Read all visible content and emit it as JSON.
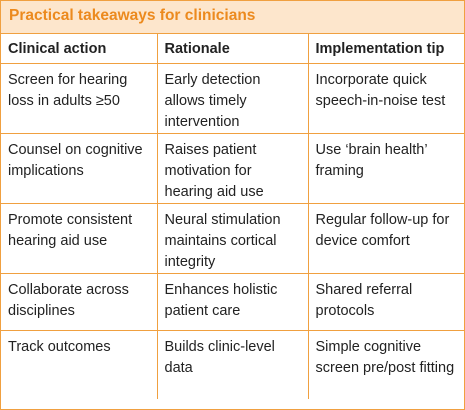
{
  "title": "Practical takeaways for clinicians",
  "headers": [
    "Clinical action",
    "Rationale",
    "Implementation tip"
  ],
  "rows": [
    [
      "Screen for hearing loss in adults ≥50",
      "Early detection allows timely intervention",
      "Incorporate quick speech-in-noise test"
    ],
    [
      "Counsel on cognitive implications",
      "Raises patient motivation for hearing aid use",
      "Use ‘brain health’ framing"
    ],
    [
      "Promote consistent hearing aid use",
      "Neural stimulation maintains cortical integrity",
      "Regular follow-up for device comfort"
    ],
    [
      "Collaborate across disciplines",
      "Enhances holistic patient care",
      "Shared referral protocols"
    ],
    [
      "Track outcomes",
      "Builds clinic-level data",
      "Simple cognitive screen pre/post fitting"
    ]
  ],
  "colors": {
    "accent": "#ec8a1e",
    "border": "#f0a040",
    "title_background": "#fde6cc",
    "text": "#222222"
  }
}
